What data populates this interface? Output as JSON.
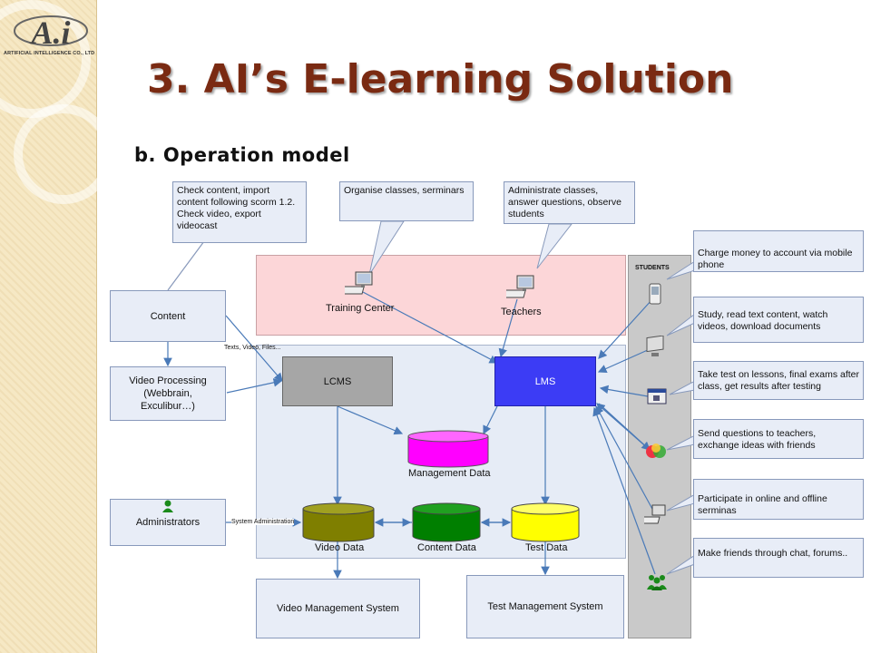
{
  "header": {
    "title": "3. AI’s E-learning Solution",
    "subtitle": "b. Operation model"
  },
  "logo": {
    "mark": "A.i",
    "caption": "ARTIFICIAL INTELLIGENCE CO., LTD"
  },
  "callouts": {
    "content_note": "Check content, import content following scorm 1.2. Check video, export videocast",
    "training_note": "Organise classes, serminars",
    "teachers_note": "Administrate classes, answer questions, observe students"
  },
  "nodes": {
    "content": "Content",
    "video_processing": "Video Processing (Webbrain, Exculibur…)",
    "administrators": "Administrators",
    "training_center": "Training Center",
    "teachers": "Teachers",
    "lcms": "LCMS",
    "lms": "LMS",
    "management_data": "Management Data",
    "video_data": "Video Data",
    "content_data": "Content Data",
    "test_data": "Test Data",
    "video_mgmt": "Video Management System",
    "test_mgmt": "Test Management System"
  },
  "edge_labels": {
    "texts": "Texts, Video, Files...",
    "sysadmin": "System Administration"
  },
  "students": {
    "header": "STUDENTS",
    "items": [
      {
        "text": "Charge money to account via mobile phone",
        "icon": "mobile-phone-icon"
      },
      {
        "text": "Study, read text content, watch videos, download documents",
        "icon": "monitor-icon"
      },
      {
        "text": "Take test on lessons, final exams after class, get results after testing",
        "icon": "test-window-icon"
      },
      {
        "text": "Send questions to teachers, exchange ideas with friends",
        "icon": "chat-icon"
      },
      {
        "text": "Participate in online and offline serminas",
        "icon": "computer-user-icon"
      },
      {
        "text": "Make friends through chat, forums..",
        "icon": "group-users-icon"
      }
    ]
  },
  "colors": {
    "title": "#7a2a12",
    "lcms": "#a6a6a6",
    "lms": "#3c3cf5",
    "management_data": "#ff00ff",
    "video_data": "#7f7f00",
    "content_data": "#007f00",
    "test_data": "#ffff00",
    "arrow": "#4a7ab8"
  }
}
